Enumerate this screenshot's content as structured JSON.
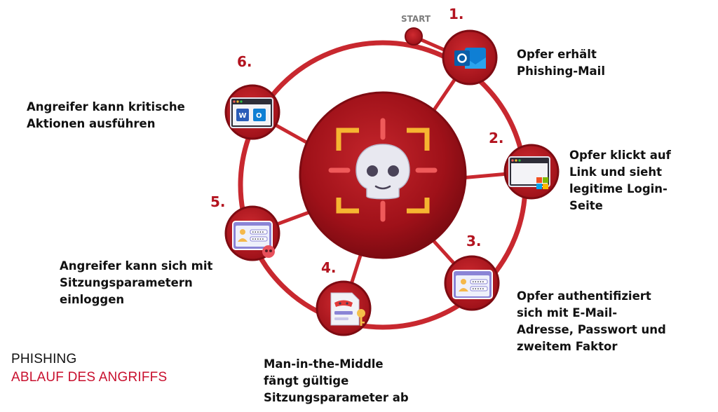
{
  "start_label": "START",
  "steps": [
    {
      "number": "1.",
      "text": [
        "Opfer erhält",
        "Phishing-Mail"
      ],
      "icon": "outlook-mail-icon"
    },
    {
      "number": "2.",
      "text": [
        "Opfer klickt auf",
        "Link und sieht",
        "legitime Login-",
        "Seite"
      ],
      "icon": "browser-login-page-icon"
    },
    {
      "number": "3.",
      "text": [
        "Opfer authentifiziert",
        "sich mit E-Mail-",
        "Adresse, Passwort und",
        "zweitem Faktor"
      ],
      "icon": "login-form-icon"
    },
    {
      "number": "4.",
      "text": [
        "Man-in-the-Middle",
        "fängt gültige",
        "Sitzungsparameter ab"
      ],
      "icon": "masked-document-key-icon"
    },
    {
      "number": "5.",
      "text": [
        "Angreifer kann sich mit",
        "Sitzungsparametern",
        "einloggen"
      ],
      "icon": "login-form-skull-icon"
    },
    {
      "number": "6.",
      "text": [
        "Angreifer kann kritische",
        "Aktionen ausführen"
      ],
      "icon": "word-outlook-window-icon"
    }
  ],
  "center_icon": "skull-target-icon",
  "footer": {
    "line1": "PHISHING",
    "line2": "ABLAUF DES ANGRIFFS"
  },
  "colors": {
    "accent": "#c8102e",
    "dark_red": "#8f0f17",
    "node": "#b5151d",
    "ring": "#c8282f",
    "number": "#b3131f",
    "target": "#f6b531"
  }
}
